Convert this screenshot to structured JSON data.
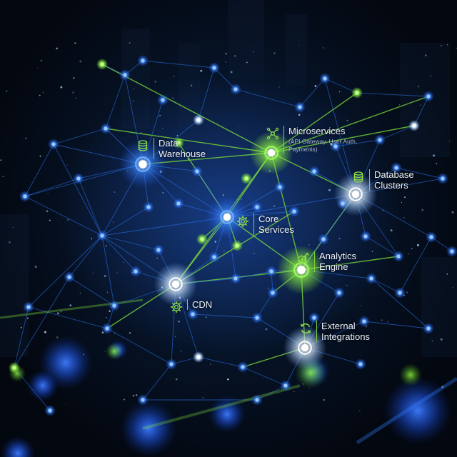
{
  "colors": {
    "green": "#7fe23a",
    "blue": "#2e7bff",
    "white": "#e8f4ff",
    "accent_line": "#7fd33a"
  },
  "nodes": [
    {
      "id": "data-warehouse",
      "title": "Data\nWarehouse",
      "subtitle": "",
      "icon": "database-icon"
    },
    {
      "id": "microservices",
      "title": "Microservices",
      "subtitle": "(API Gateway, User Auth,\nPayments)",
      "icon": "network-icon"
    },
    {
      "id": "database-clusters",
      "title": "Database\nClusters",
      "subtitle": "",
      "icon": "database-icon"
    },
    {
      "id": "core-services",
      "title": "Core\nServices",
      "subtitle": "",
      "icon": "gear-icon"
    },
    {
      "id": "analytics-engine",
      "title": "Analytics\nEngine",
      "subtitle": "",
      "icon": "bar-chart-icon"
    },
    {
      "id": "cdn",
      "title": "CDN",
      "subtitle": "",
      "icon": "gear-icon"
    },
    {
      "id": "external-integrations",
      "title": "External\nIntegrations",
      "subtitle": "",
      "icon": "sync-icon"
    }
  ]
}
